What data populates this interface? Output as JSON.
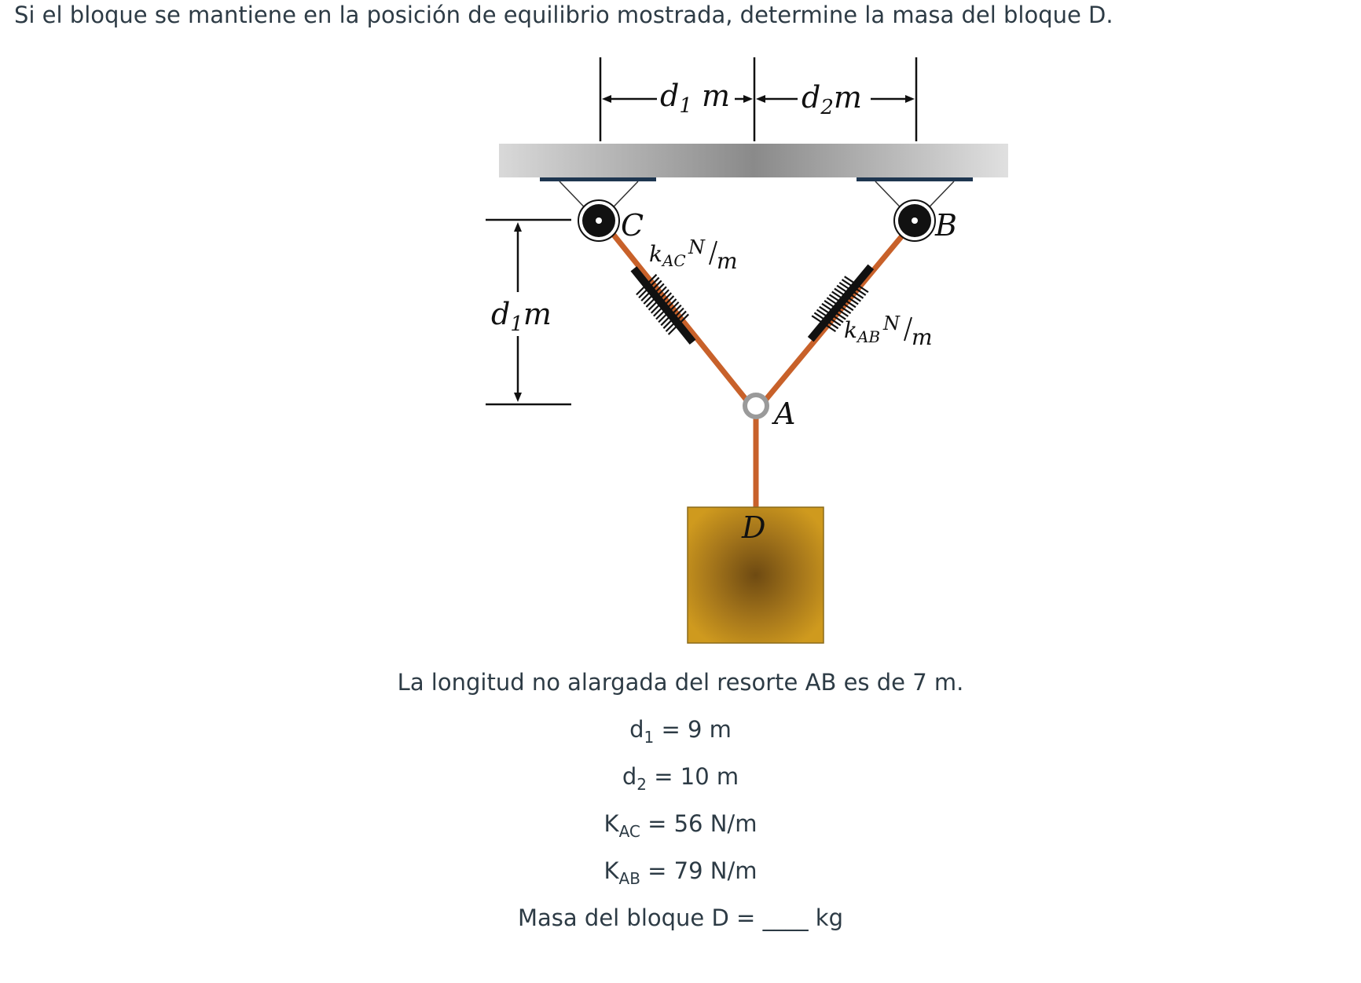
{
  "question": "Si el bloque se mantiene en la posición de equilibrio mostrada, determine la masa del bloque D.",
  "figure": {
    "dim_top_left": {
      "sym": "d",
      "sub": "1",
      "unit": " m"
    },
    "dim_top_right": {
      "sym": "d",
      "sub": "2",
      "unit": "m"
    },
    "dim_left": {
      "sym": "d",
      "sub": "1",
      "unit": "m"
    },
    "label_C": "C",
    "label_B": "B",
    "label_A": "A",
    "label_D": "D",
    "spring_AC": {
      "sym": "k",
      "sub": "AC",
      "unit_num": "N",
      "unit_den": "m"
    },
    "spring_AB": {
      "sym": "k",
      "sub": "AB",
      "unit_num": "N",
      "unit_den": "m"
    },
    "colors": {
      "cable": "#c8612a",
      "block": "#c9941a",
      "ceiling": "#bdbdbd"
    }
  },
  "info": {
    "unstretched": "La longitud no alargada del resorte AB es de 7 m.",
    "d1": {
      "name": "d",
      "sub": "1",
      "value": " = 9 m"
    },
    "d2": {
      "name": "d",
      "sub": "2",
      "value": " = 10 m"
    },
    "kac": {
      "name": "K",
      "sub": "AC",
      "value": " = 56 N/m"
    },
    "kab": {
      "name": "K",
      "sub": "AB",
      "value": " = 79 N/m"
    },
    "answer_prefix": "Masa del bloque D = ",
    "answer_blank": "____",
    "answer_unit": " kg"
  }
}
